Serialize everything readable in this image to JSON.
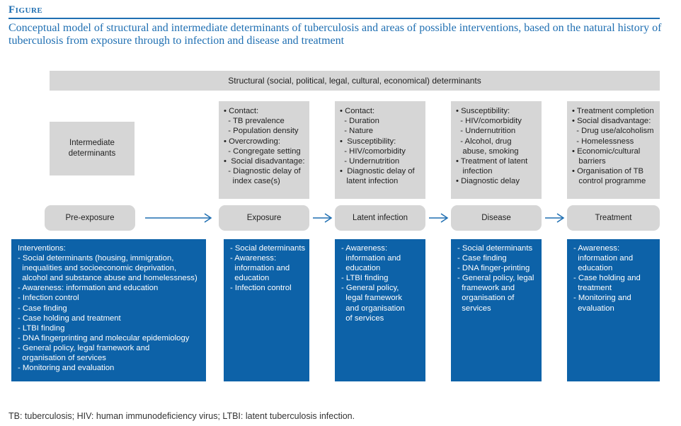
{
  "figure_label": "Figure",
  "title": "Conceptual model of structural and intermediate determinants of tuberculosis and areas of possible interventions, based on the natural history of tuberculosis from exposure through to infection and disease and treatment",
  "structural_label": "Structural (social, political, legal, cultural, economical) determinants",
  "intermediate_label": [
    "Intermediate",
    "determinants"
  ],
  "stages": [
    "Pre-exposure",
    "Exposure",
    "Latent infection",
    "Disease",
    "Treatment"
  ],
  "determinants": {
    "exposure": [
      "• Contact:",
      "  - TB prevalence",
      "  - Population density",
      "• Overcrowding:",
      "  - Congregate setting",
      "•  Social disadvantage:",
      "  - Diagnostic delay of",
      "    index case(s)"
    ],
    "latent": [
      "• Contact:",
      "  - Duration",
      "  - Nature",
      "•  Susceptibility:",
      "  - HIV/comorbidity",
      "  - Undernutrition",
      "•  Diagnostic delay of",
      "   latent infection"
    ],
    "disease": [
      "• Susceptibility:",
      "  - HIV/comorbidity",
      "  - Undernutrition",
      "  - Alcohol, drug",
      "   abuse, smoking",
      "• Treatment of latent",
      "   infection",
      "• Diagnostic delay"
    ],
    "treatment": [
      "• Treatment completion",
      "• Social disadvantage:",
      "  - Drug use/alcoholism",
      "  - Homelessness",
      "• Economic/cultural",
      "   barriers",
      "• Organisation of TB",
      "   control programme"
    ]
  },
  "interventions": {
    "pre_exposure": [
      "Interventions:",
      "- Social determinants (housing, immigration,",
      "  inequalities and socioeconomic deprivation,",
      "  alcohol and substance abuse and homelessness)",
      "- Awareness: information and education",
      "- Infection control",
      "- Case finding",
      "- Case holding and treatment",
      "- LTBI finding",
      "- DNA fingerprinting and molecular epidemiology",
      "- General policy, legal framework and",
      "  organisation of services",
      "- Monitoring and evaluation"
    ],
    "exposure": [
      "- Social determinants",
      "- Awareness:",
      "  information and",
      "  education",
      "- Infection control"
    ],
    "latent": [
      "- Awareness:",
      "  information and",
      "  education",
      "- LTBI finding",
      "- General policy,",
      "  legal framework",
      "  and organisation",
      "  of services"
    ],
    "disease": [
      "- Social determinants",
      "- Case finding",
      "- DNA finger-printing",
      "- General policy, legal",
      "  framework and",
      "  organisation of",
      "  services"
    ],
    "treatment": [
      "- Awareness:",
      "  information and",
      "  education",
      "- Case holding and",
      "  treatment",
      "- Monitoring and",
      "  evaluation"
    ]
  },
  "footnote": "TB: tuberculosis; HIV: human immunodeficiency virus; LTBI: latent tuberculosis infection.",
  "colors": {
    "accent": "#1f6fb2",
    "blue_box": "#0d62a8",
    "gray_box": "#d6d6d6"
  }
}
